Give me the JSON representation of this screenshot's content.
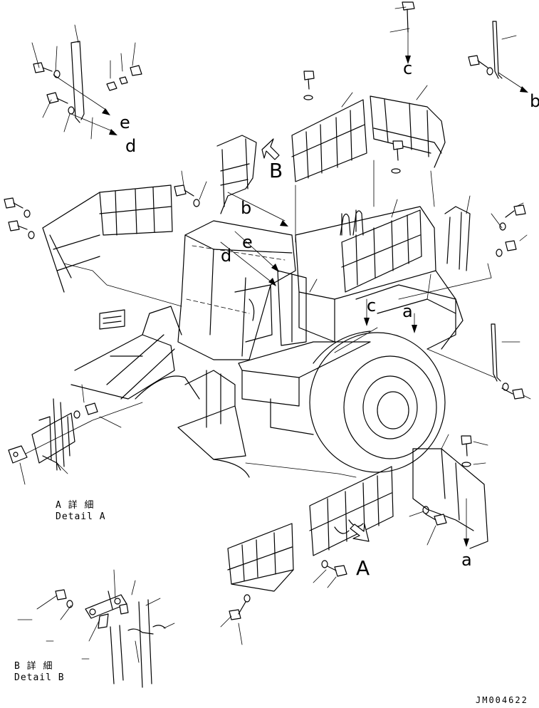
{
  "diagram": {
    "callouts": {
      "a1": "a",
      "a2": "a",
      "b1": "b",
      "b2": "b",
      "c1": "c",
      "c2": "c",
      "d1": "d",
      "d2": "d",
      "e1": "e",
      "e2": "e",
      "A": "A",
      "B": "B"
    },
    "detail_a": {
      "jp": "A 詳 細",
      "en": "Detail A"
    },
    "detail_b": {
      "jp": "B 詳 細",
      "en": "Detail B"
    },
    "document_id": "JM004622"
  }
}
